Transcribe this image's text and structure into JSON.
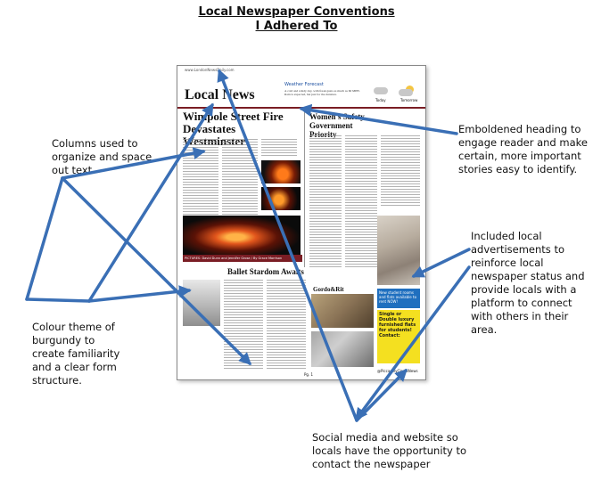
{
  "title": {
    "line1": "Local Newspaper Conventions",
    "line2": "I Adhered To"
  },
  "annotations": {
    "columns": "Columns used to organize and space out text.",
    "heading": "Emboldened heading to engage reader and make certain, more important stories easy to identify.",
    "adverts": "Included local advertisements to reinforce local newspaper status and provide locals with a platform to connect with others in their area.",
    "colour": "Colour theme of burgundy to create familiarity and a clear form structure.",
    "social": "Social media and website so locals have the opportunity to contact the newspaper"
  },
  "newspaper": {
    "url": "www.LondonNewsDaily.com",
    "masthead": "Local News",
    "weather_title": "Weather Forecast",
    "weather_text": "A cold and windy day, with freak gusts as much as 60 MPH. Rain is expected, but just for the duration.",
    "today": "Today",
    "tomorrow": "Tomorrow",
    "lead_headline": "Wimpole Street Fire Devastates Westminster",
    "caption": "PICTURES: David Dunn and Jennifer Grose / By Grace Morrison @gracemorrison_PC",
    "side_headline": "Women's Safety Government Priority",
    "ballet_headline": "Ballet Stardom Awaits",
    "gordo_headline": "Gordo&Rit",
    "ad_blue": "New student rooms and flats available to rent NOW!",
    "ad_yellow": "Single or Double luxury furnished flats for students! Contact:",
    "social_handle": "@PiccadillyCircusNews",
    "page_number": "Pg. 1"
  },
  "colors": {
    "burgundy": "#7a1d24",
    "arrow": "#3a6fb5",
    "ad_blue": "#1f6fbf",
    "ad_yellow": "#f4e020"
  }
}
